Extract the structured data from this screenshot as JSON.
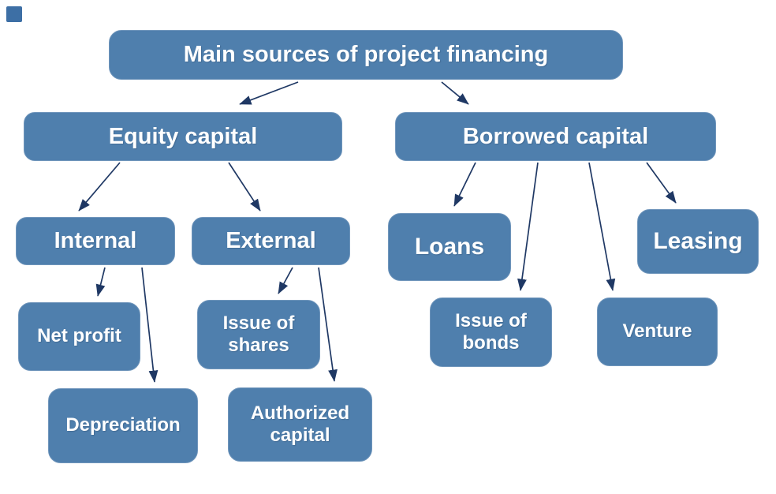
{
  "diagram": {
    "title": "Main sources of project financing",
    "colors": {
      "node_fill": "#4f7fad",
      "node_border": "#6f95bb",
      "node_text": "#ffffff",
      "arrow": "#1f3864",
      "background": "#ffffff",
      "corner_mark": "#3d6fa5"
    },
    "nodes": {
      "root": {
        "label": "Main sources of project financing"
      },
      "equity": {
        "label": "Equity capital"
      },
      "borrowed": {
        "label": "Borrowed capital"
      },
      "internal": {
        "label": "Internal"
      },
      "external": {
        "label": "External"
      },
      "net_profit": {
        "label": "Net profit"
      },
      "depreciation": {
        "label": "Depreciation"
      },
      "issue_of_shares": {
        "label": "Issue of shares"
      },
      "authorized_capital": {
        "label": "Authorized capital"
      },
      "loans": {
        "label": "Loans"
      },
      "issue_of_bonds": {
        "label": "Issue of bonds"
      },
      "venture": {
        "label": "Venture"
      },
      "leasing": {
        "label": "Leasing"
      }
    },
    "edges": [
      {
        "from": "root",
        "to": "equity"
      },
      {
        "from": "root",
        "to": "borrowed"
      },
      {
        "from": "equity",
        "to": "internal"
      },
      {
        "from": "equity",
        "to": "external"
      },
      {
        "from": "internal",
        "to": "net_profit"
      },
      {
        "from": "internal",
        "to": "depreciation"
      },
      {
        "from": "external",
        "to": "issue_of_shares"
      },
      {
        "from": "external",
        "to": "authorized_capital"
      },
      {
        "from": "borrowed",
        "to": "loans"
      },
      {
        "from": "borrowed",
        "to": "issue_of_bonds"
      },
      {
        "from": "borrowed",
        "to": "venture"
      },
      {
        "from": "borrowed",
        "to": "leasing"
      }
    ]
  }
}
